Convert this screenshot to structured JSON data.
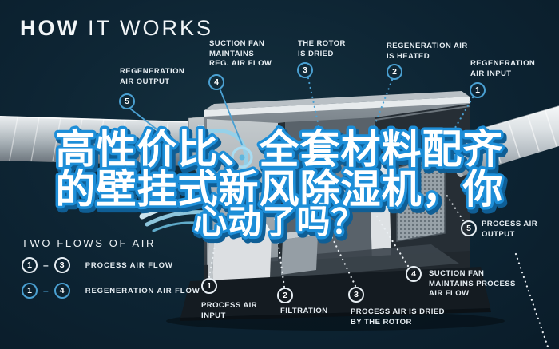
{
  "colors": {
    "background": "#0d2433",
    "accent_blue": "#4aa0d2",
    "label_text": "#e6edf2",
    "headline_fill": "#ffffff",
    "headline_stroke": "#1d8ed8"
  },
  "header": {
    "title_strong": "HOW",
    "title_light": "IT WORKS"
  },
  "headline": {
    "line1": "高性价比、全套材料配齐",
    "line2": "的壁挂式新风除湿机，你",
    "line3": "心动了吗？"
  },
  "legend": {
    "title": "TWO FLOWS OF AIR",
    "separator": "–",
    "rows": [
      {
        "from": "1",
        "to": "3",
        "label": "PROCESS AIR FLOW"
      },
      {
        "from": "1",
        "to": "4",
        "label": "REGENERATION AIR FLOW"
      }
    ]
  },
  "callouts": {
    "regeneration": [
      {
        "num": "1",
        "text": "REGENERATION\nAIR INPUT"
      },
      {
        "num": "2",
        "text": "REGENERATION AIR\nIS HEATED"
      },
      {
        "num": "3",
        "text": "THE ROTOR\nIS DRIED"
      },
      {
        "num": "4",
        "text": "SUCTION FAN\nMAINTAINS\nREG. AIR FLOW"
      },
      {
        "num": "5",
        "text": "REGENERATION\nAIR OUTPUT"
      }
    ],
    "process": [
      {
        "num": "1",
        "text": "PROCESS AIR\nINPUT"
      },
      {
        "num": "2",
        "text": "FILTRATION"
      },
      {
        "num": "3",
        "text": "PROCESS AIR IS DRIED\nBY THE ROTOR"
      },
      {
        "num": "4",
        "text": "SUCTION FAN\nMAINTAINS PROCESS\nAIR FLOW"
      },
      {
        "num": "5",
        "text": "PROCESS AIR\nOUTPUT"
      }
    ]
  }
}
